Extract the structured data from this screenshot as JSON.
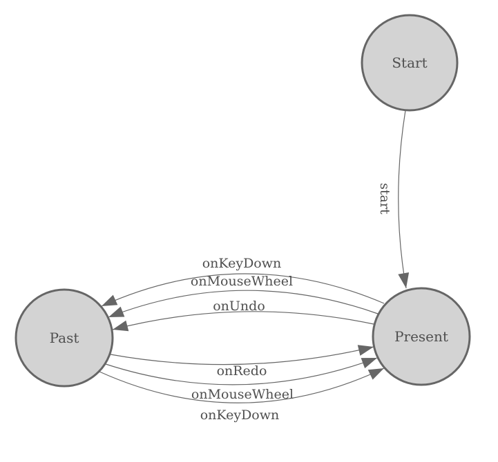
{
  "colors": {
    "background": "#ffffff",
    "node_fill": "#d3d3d3",
    "node_stroke": "#666666",
    "edge_stroke": "#666666",
    "arrow_fill": "#666666",
    "text": "#4f4f4f"
  },
  "nodes": [
    {
      "id": "start",
      "label": "Start"
    },
    {
      "id": "present",
      "label": "Present"
    },
    {
      "id": "past",
      "label": "Past"
    }
  ],
  "edges": [
    {
      "from": "start",
      "to": "present",
      "label": "start"
    },
    {
      "from": "present",
      "to": "past",
      "label": "onKeyDown"
    },
    {
      "from": "present",
      "to": "past",
      "label": "onMouseWheel"
    },
    {
      "from": "present",
      "to": "past",
      "label": "onUndo"
    },
    {
      "from": "past",
      "to": "present",
      "label": "onRedo"
    },
    {
      "from": "past",
      "to": "present",
      "label": "onMouseWheel"
    },
    {
      "from": "past",
      "to": "present",
      "label": "onKeyDown"
    }
  ]
}
